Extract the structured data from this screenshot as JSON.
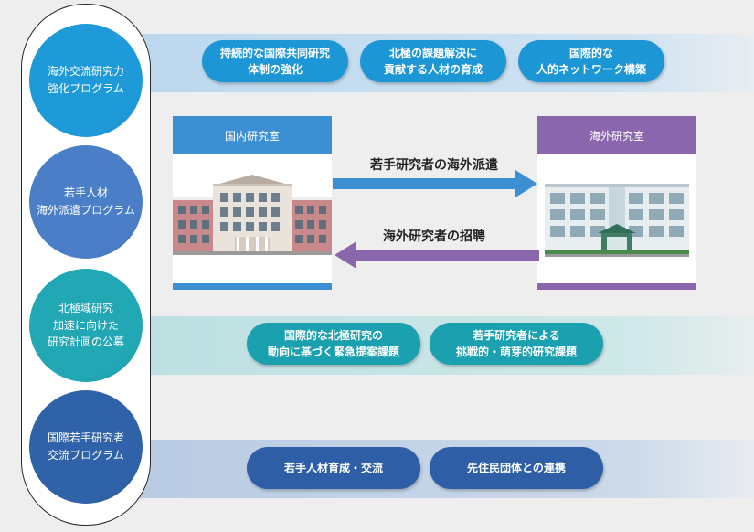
{
  "programs": [
    {
      "label": "海外交流研究力\n強化プログラム",
      "color": "#1f9ad8"
    },
    {
      "label": "若手人材\n海外派遣プログラム",
      "color": "#4a7fc8"
    },
    {
      "label": "北極域研究\n加速に向けた\n研究計画の公募",
      "color": "#22a7b5"
    },
    {
      "label": "国際若手研究者\n交流プログラム",
      "color": "#2f62a8"
    }
  ],
  "band1": {
    "items": [
      "持続的な国際共同研究\n体制の強化",
      "北極の課題解決に\n貢献する人材の育成",
      "国際的な\n人的ネットワーク構築"
    ],
    "color": "#1d96d6"
  },
  "labs": {
    "domestic": {
      "title": "国内研究室",
      "color": "#3d8fd4"
    },
    "overseas": {
      "title": "海外研究室",
      "color": "#8a67ad"
    }
  },
  "arrows": {
    "dispatch": {
      "label": "若手研究者の海外派遣",
      "color": "#3d8fd4"
    },
    "invite": {
      "label": "海外研究者の招聘",
      "color": "#8a67ad"
    }
  },
  "band3": {
    "items": [
      "国際的な北極研究の\n動向に基づく緊急提案課題",
      "若手研究者による\n挑戦的・萌芽的研究課題"
    ],
    "color": "#1aa0ae"
  },
  "band4": {
    "items": [
      "若手人材育成・交流",
      "先住民団体との連携"
    ],
    "color": "#2d5ea6"
  }
}
